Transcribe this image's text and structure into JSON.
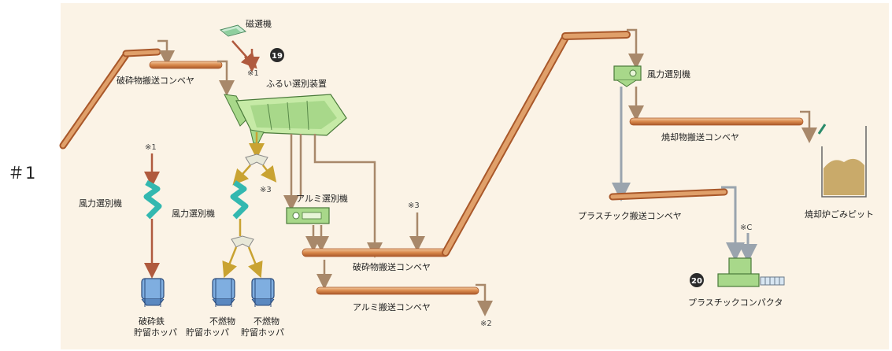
{
  "side_label": "＃1",
  "labels": {
    "magnetic_separator": "磁選機",
    "badge_19": "19",
    "note_1_top": "※1",
    "crushed_conveyor_top": "破砕物搬送コンベヤ",
    "screen_separator": "ふるい選別装置",
    "note_1_left": "※1",
    "note_3_left": "※3",
    "wind_sep_left": "風力選別機",
    "wind_sep_mid": "風力選別機",
    "alu_separator": "アルミ選別機",
    "note_3_mid": "※3",
    "crushed_conveyor_bottom": "破砕物搬送コンベヤ",
    "alu_conveyor": "アルミ搬送コンベヤ",
    "note_2": "※2",
    "hopper_iron_1": "破砕鉄",
    "hopper_iron_2": "貯留ホッパ",
    "hopper_nc1_1": "不燃物",
    "hopper_nc1_2": "貯留ホッパ",
    "hopper_nc2_1": "不燃物",
    "hopper_nc2_2": "貯留ホッパ",
    "wind_sep_right": "風力選別機",
    "incin_conveyor": "焼却物搬送コンベヤ",
    "incin_pit": "焼却炉ごみピット",
    "plastic_conveyor": "プラスチック搬送コンベヤ",
    "note_c": "※C",
    "badge_20": "20",
    "plastic_compactor": "プラスチックコンパクタ"
  },
  "colors": {
    "panel": "#fbf3e6",
    "conveyor": "#d9884a",
    "flow_brown": "#a8886a",
    "flow_red": "#b05a3e",
    "flow_yellow": "#c9a332",
    "flow_gray": "#9aa4ae",
    "machine_green": "#a8d88a",
    "hopper_blue": "#7faee0",
    "separator_teal": "#33b8b0",
    "badge": "#2a2a2a"
  }
}
